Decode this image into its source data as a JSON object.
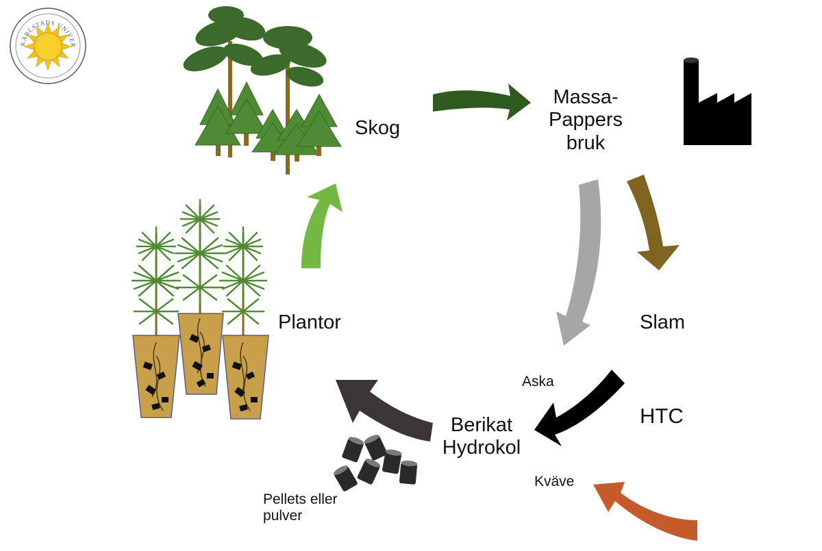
{
  "logo": {
    "ring_text": "KARLSTADS UNIVERSITET",
    "icon": "sun-icon",
    "sun_color": "#f4c21a"
  },
  "nodes": {
    "skog": "Skog",
    "massa_line1": "Massa-",
    "massa_line2": "Pappers",
    "massa_line3": "bruk",
    "slam": "Slam",
    "htc": "HTC",
    "aska": "Aska",
    "kvave": "Kväve",
    "berikat_line1": "Berikat",
    "berikat_line2": "Hydrokol",
    "pellets_line1": "Pellets eller",
    "pellets_line2": "pulver",
    "plantor": "Plantor"
  },
  "icons": {
    "forest": "forest-icon",
    "factory": "factory-icon",
    "pellets": "pellets-icon",
    "seedlings": "seedlings-in-pots-icon"
  },
  "colors": {
    "arrow_skog_to_bruk": "#2f5a1f",
    "arrow_bruk_to_aska": "#a6a6a6",
    "arrow_bruk_to_slam": "#7f6321",
    "arrow_htc": "#000000",
    "arrow_kvave": "#c55a2b",
    "arrow_hydrokol_to_plantor": "#3b3535",
    "arrow_plantor_to_skog": "#72b843",
    "pine_foliage": "#3b6a2a",
    "spruce_foliage": "#4f8a34",
    "pot": "#c9a04a"
  }
}
